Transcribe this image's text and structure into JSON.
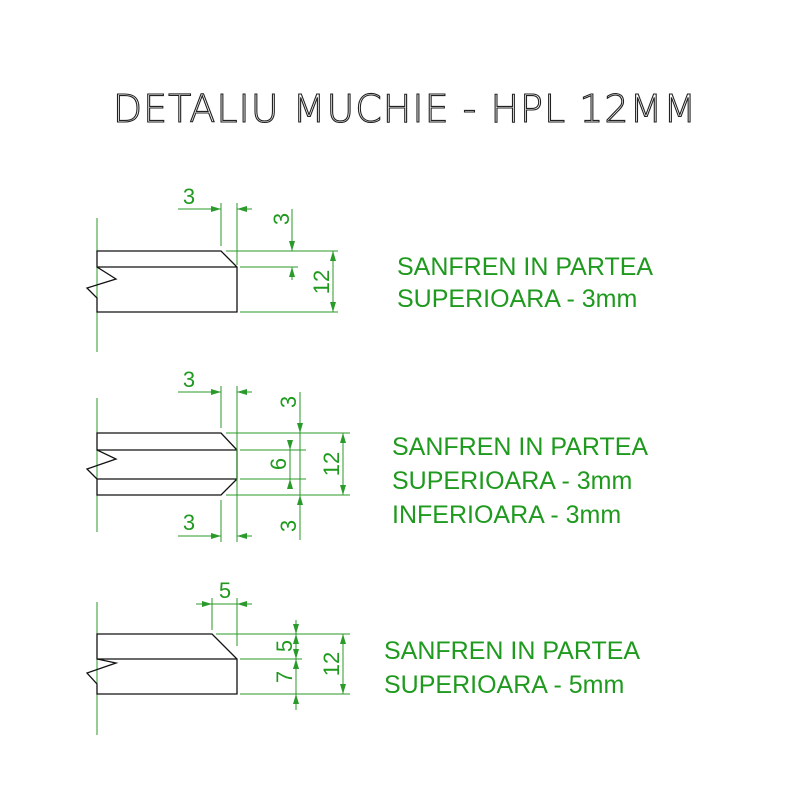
{
  "title": "DETALIU MUCHIE - HPL  12MM",
  "colors": {
    "dimension": "#2a9a2a",
    "outline": "#111111"
  },
  "details": [
    {
      "dims": {
        "chamfer_width": "3",
        "chamfer_height": "3",
        "thickness": "12"
      },
      "label": [
        "SANFREN IN PARTEA",
        "SUPERIOARA - 3mm"
      ]
    },
    {
      "dims": {
        "top_chamfer_width": "3",
        "top_chamfer_height": "3",
        "middle": "6",
        "thickness": "12",
        "bottom_chamfer_width": "3",
        "bottom_chamfer_height": "3"
      },
      "label": [
        "SANFREN IN PARTEA",
        "SUPERIOARA - 3mm",
        "INFERIOARA - 3mm"
      ]
    },
    {
      "dims": {
        "chamfer_width": "5",
        "chamfer_height": "5",
        "remaining": "7",
        "thickness": "12"
      },
      "label": [
        "SANFREN IN PARTEA",
        "SUPERIOARA - 5mm"
      ]
    }
  ]
}
